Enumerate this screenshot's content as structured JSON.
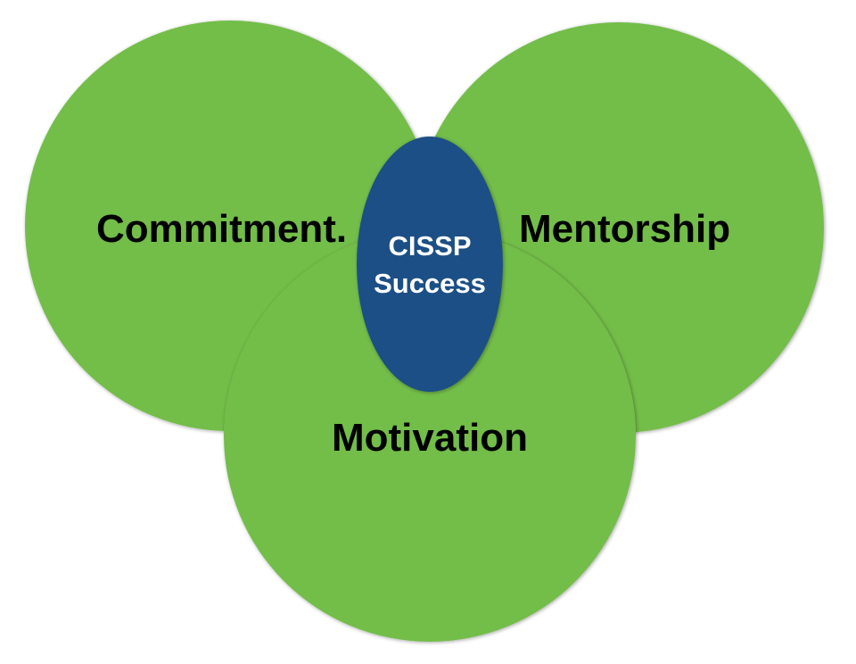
{
  "diagram": {
    "circles": {
      "commitment": {
        "label": "Commitment.",
        "color": "#73bd4a"
      },
      "mentorship": {
        "label": "Mentorship",
        "color": "#73bd4a"
      },
      "motivation": {
        "label": "Motivation",
        "color": "#73bd4a"
      }
    },
    "center": {
      "line1": "CISSP",
      "line2": "Success",
      "color": "#1e4f85",
      "text_color": "#ffffff"
    },
    "label_color": "#000000"
  }
}
